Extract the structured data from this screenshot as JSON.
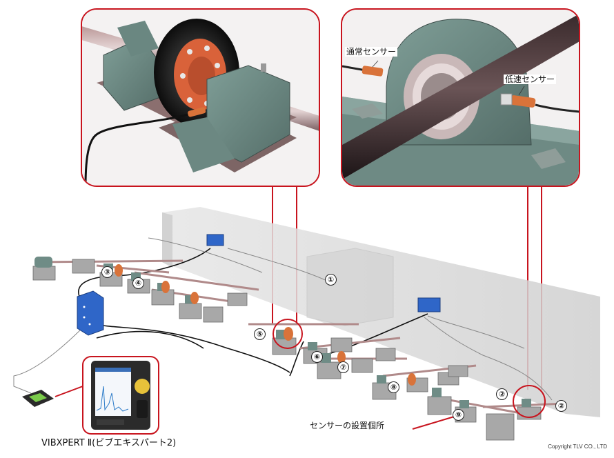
{
  "labels": {
    "normal_sensor": "通常センサー",
    "low_speed_sensor": "低速センサー",
    "instrument_name": "VIBXPERT Ⅱ(ビブエキスパート2)",
    "sensor_location": "センサーの設置個所",
    "copyright": "Copyright TLV CO., LTD"
  },
  "markers": [
    "①",
    "②",
    "③",
    "④",
    "⑤",
    "⑥",
    "⑦",
    "⑧",
    "⑨"
  ],
  "colors": {
    "callout_border": "#c8141e",
    "sensor_orange": "#d9733a",
    "junction_box": "#2f66c8",
    "machine_teal": "#6f8c86",
    "wall": "#d6d6d6"
  },
  "icons": [
    "vibration-analyzer-icon",
    "junction-box-icon",
    "pillow-block-bearing-icon"
  ]
}
